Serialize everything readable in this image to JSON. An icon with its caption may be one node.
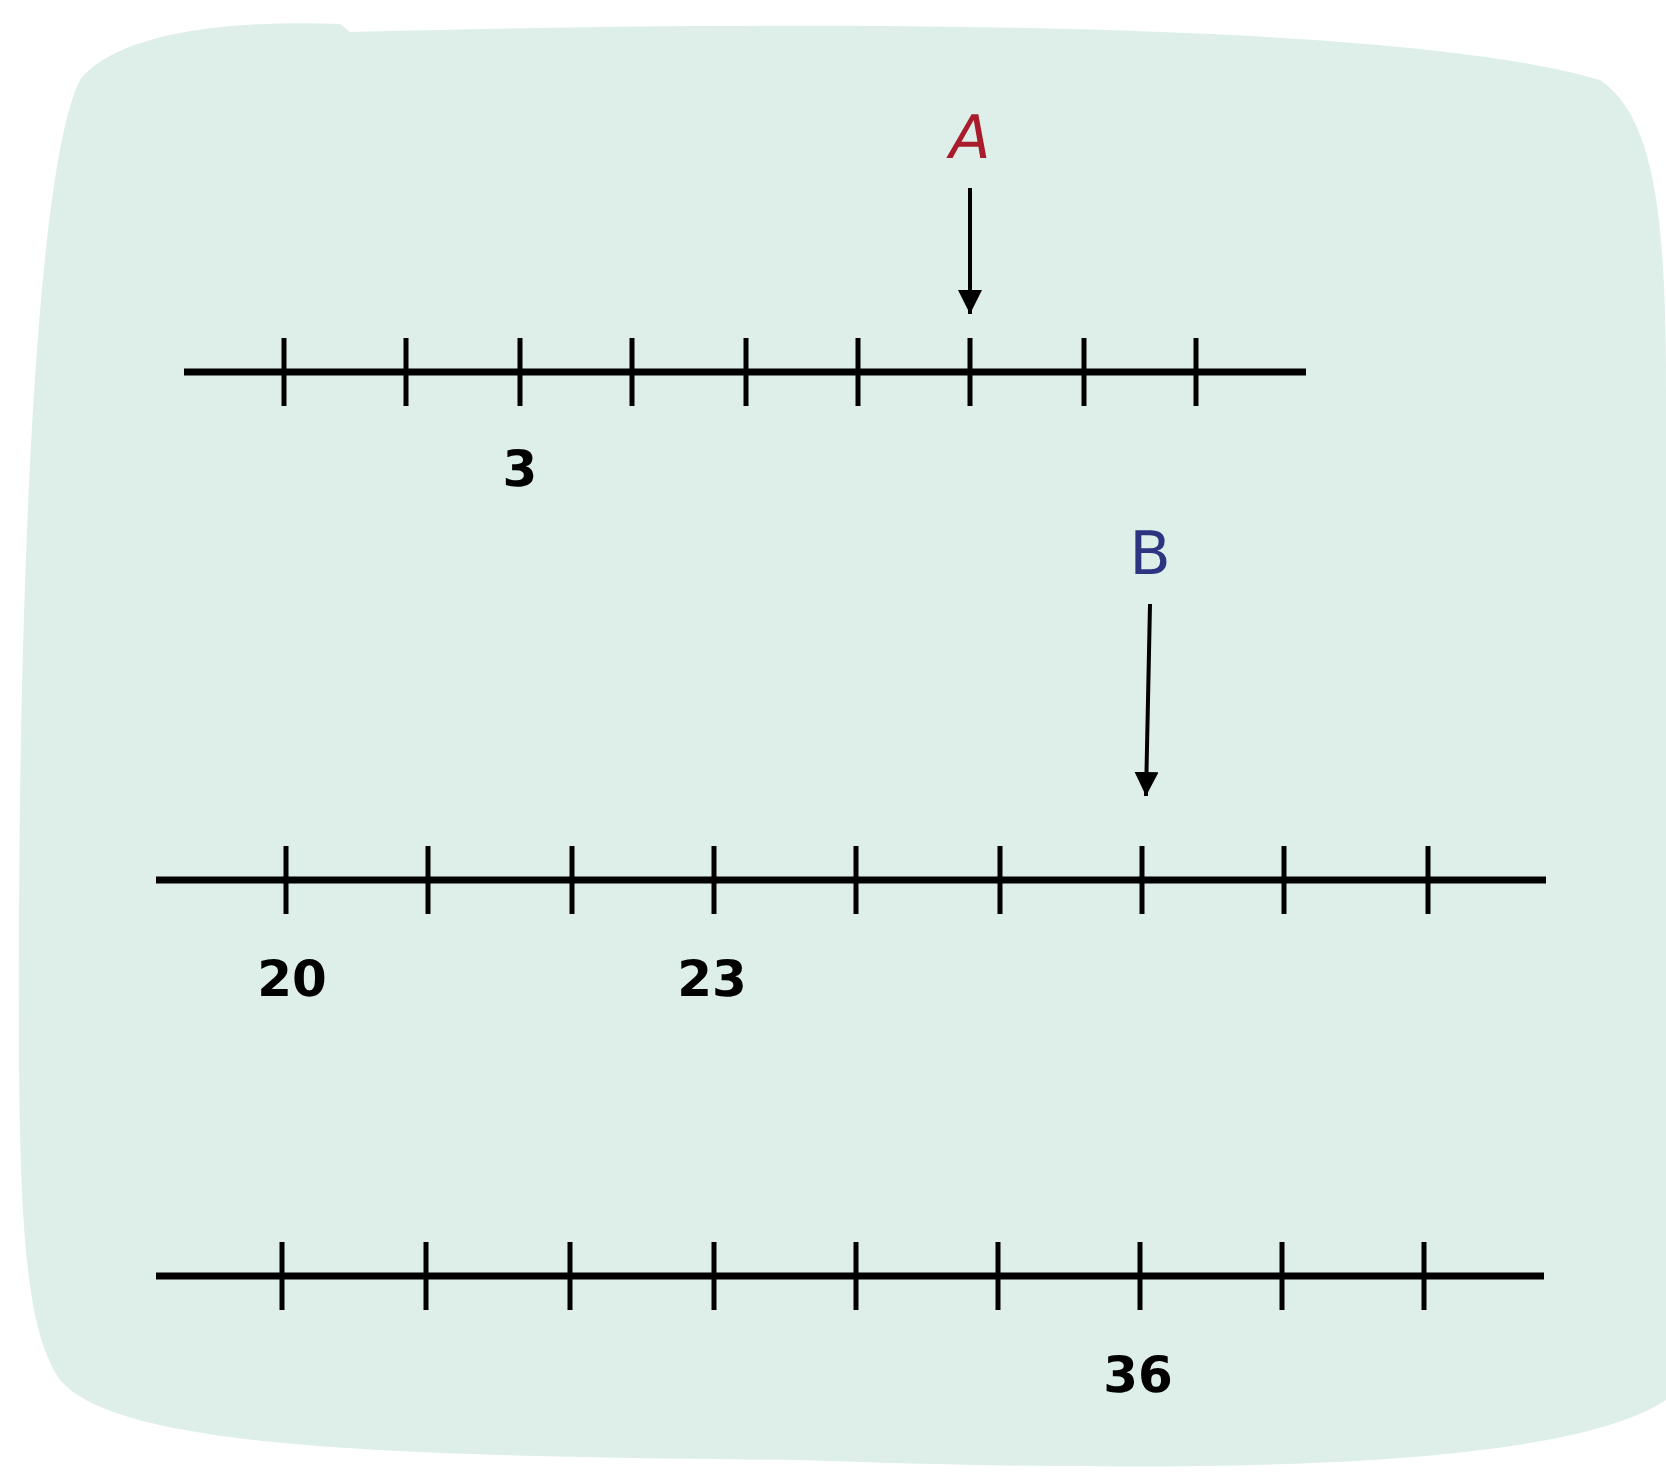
{
  "diagram": {
    "nodes": [
      {
        "text": [
          "A"
        ]
      },
      {
        "text": [
          "B"
        ]
      }
    ],
    "edges": [
      {
        "from": 0,
        "to": null,
        "arrow": "to"
      },
      {
        "from": 1,
        "to": null,
        "arrow": "to"
      }
    ],
    "labels": [
      "3",
      "20",
      "23",
      "36"
    ]
  }
}
